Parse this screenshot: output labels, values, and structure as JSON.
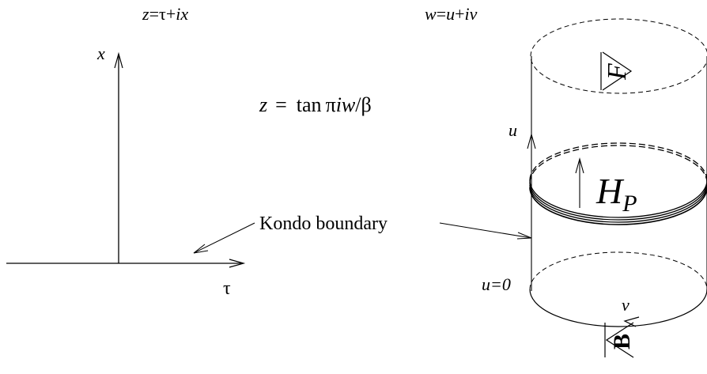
{
  "left_plane": {
    "coordinate_label": {
      "z": "z",
      "eq": "=",
      "tau": "τ",
      "plus": "+",
      "ix": "ix"
    },
    "vertical_axis_label": "x",
    "horizontal_axis_label": "τ"
  },
  "map_equation": {
    "z": "z",
    "eq": "=",
    "tan": "tan",
    "pi": "π",
    "iw": "iw",
    "slash": "/",
    "beta": "β"
  },
  "right_cylinder": {
    "coordinate_label": {
      "w": "w",
      "eq": "=",
      "u": "u",
      "plus": "+",
      "iv": "iv"
    },
    "axis_label_u": "u",
    "origin_label": "u=0",
    "angle_label": "v",
    "top_state_label": "F",
    "bottom_state_label": "B",
    "operator": {
      "H": "H",
      "sub": "P"
    }
  },
  "annotation": {
    "text": "Kondo boundary"
  }
}
